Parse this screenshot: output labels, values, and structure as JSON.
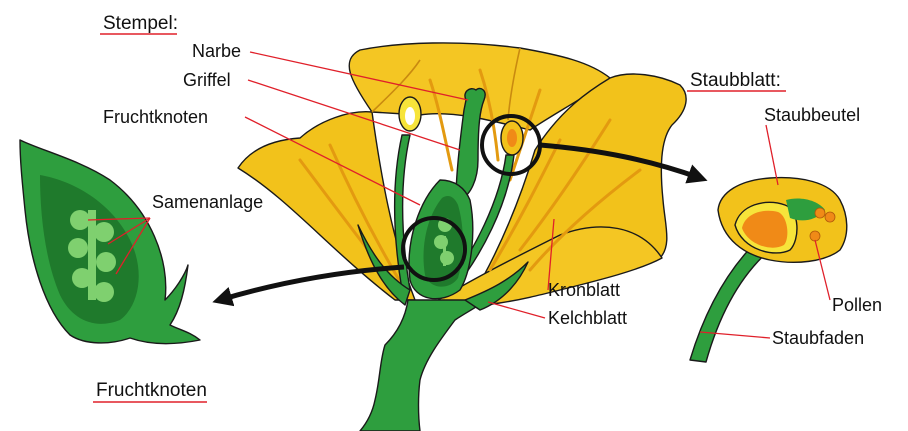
{
  "headings": {
    "stempel": "Stempel:",
    "staubblatt": "Staubblatt:",
    "fruchtknoten": "Fruchtknoten"
  },
  "labels": {
    "narbe": "Narbe",
    "griffel": "Griffel",
    "fruchtknoten": "Fruchtknoten",
    "samenanlage": "Samenanlage",
    "kronblatt": "Kronblatt",
    "kelchblatt": "Kelchblatt",
    "staubbeutel": "Staubbeutel",
    "pollen": "Pollen",
    "staubfaden": "Staubfaden"
  },
  "colors": {
    "petal": "#f2c21b",
    "petal_shade": "#e39a10",
    "green": "#2e9e3e",
    "dark_green": "#1f7a2c",
    "light_green": "#7fd06f",
    "pollen": "#f08a17",
    "leader_line": "#e0202a",
    "arrow": "#111111"
  }
}
